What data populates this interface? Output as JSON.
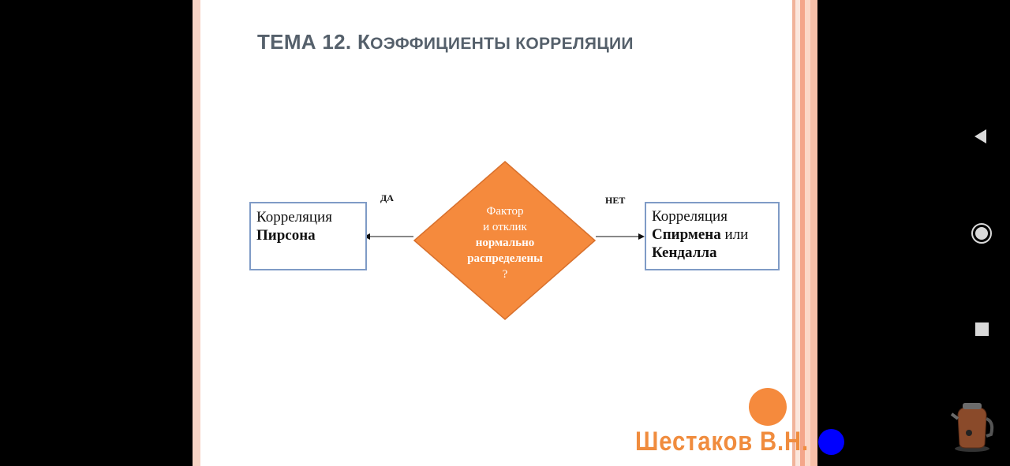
{
  "slide": {
    "title_prefix": "ТЕМА 12. К",
    "title_rest": "ОЭФФИЦИЕНТЫ КОРРЕЛЯЦИИ",
    "yes_label": "ДА",
    "no_label": "НЕТ",
    "left_box": {
      "line1": "Корреляция",
      "line2": "Пирсона"
    },
    "right_box": {
      "line1": "Корреляция",
      "line2_bold": "Спирмена",
      "line2_rest": " или",
      "line3": "Кендалла"
    },
    "diamond": {
      "line1": "Фактор",
      "line2": "и отклик",
      "line3": "нормально",
      "line4": "распределены",
      "line5": "?"
    },
    "author": "Шестаков В.Н."
  },
  "colors": {
    "diamond": "#f58a3d",
    "box_border": "#7f9bc6",
    "title": "#55606b",
    "accent": "#f08c3e",
    "dot": "#0000ff"
  },
  "navbar": {
    "icons": [
      "back-icon",
      "home-icon",
      "recents-icon"
    ]
  }
}
